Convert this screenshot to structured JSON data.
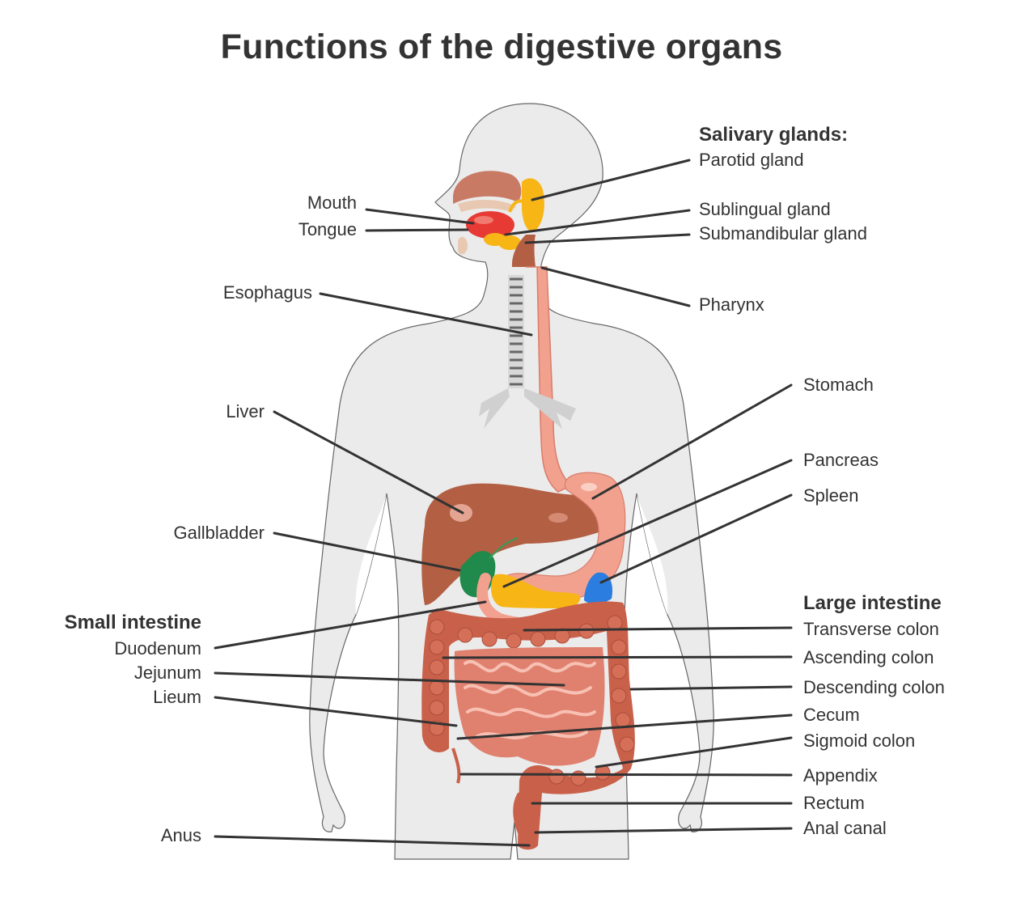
{
  "title": "Functions of the digestive organs",
  "colors": {
    "body_fill": "#ebebeb",
    "body_outline": "#666666",
    "leader_line": "#333333",
    "liver": "#b35f43",
    "gallbladder": "#1f8a4c",
    "stomach": "#f2a18f",
    "pancreas": "#f7b516",
    "spleen": "#2b7de0",
    "large_intestine": "#c9604a",
    "small_intestine": "#e0806e",
    "tongue": "#e83a34",
    "salivary_glands": "#f7b516",
    "trachea": "#cfcfcf"
  },
  "labels": {
    "left": {
      "mouth": "Mouth",
      "tongue": "Tongue",
      "esophagus": "Esophagus",
      "liver": "Liver",
      "gallbladder": "Gallbladder",
      "small_intestine_header": "Small intestine",
      "duodenum": "Duodenum",
      "jejunum": "Jejunum",
      "ileum": "Lieum",
      "anus": "Anus"
    },
    "right": {
      "salivary_header": "Salivary glands:",
      "parotid": "Parotid gland",
      "sublingual": "Sublingual gland",
      "submandibular": "Submandibular gland",
      "pharynx": "Pharynx",
      "stomach": "Stomach",
      "pancreas": "Pancreas",
      "spleen": "Spleen",
      "large_intestine_header": "Large intestine",
      "transverse_colon": "Transverse colon",
      "ascending_colon": "Ascending colon",
      "descending_colon": "Descending colon",
      "cecum": "Cecum",
      "sigmoid_colon": "Sigmoid colon",
      "appendix": "Appendix",
      "rectum": "Rectum",
      "anal_canal": "Anal canal"
    }
  }
}
